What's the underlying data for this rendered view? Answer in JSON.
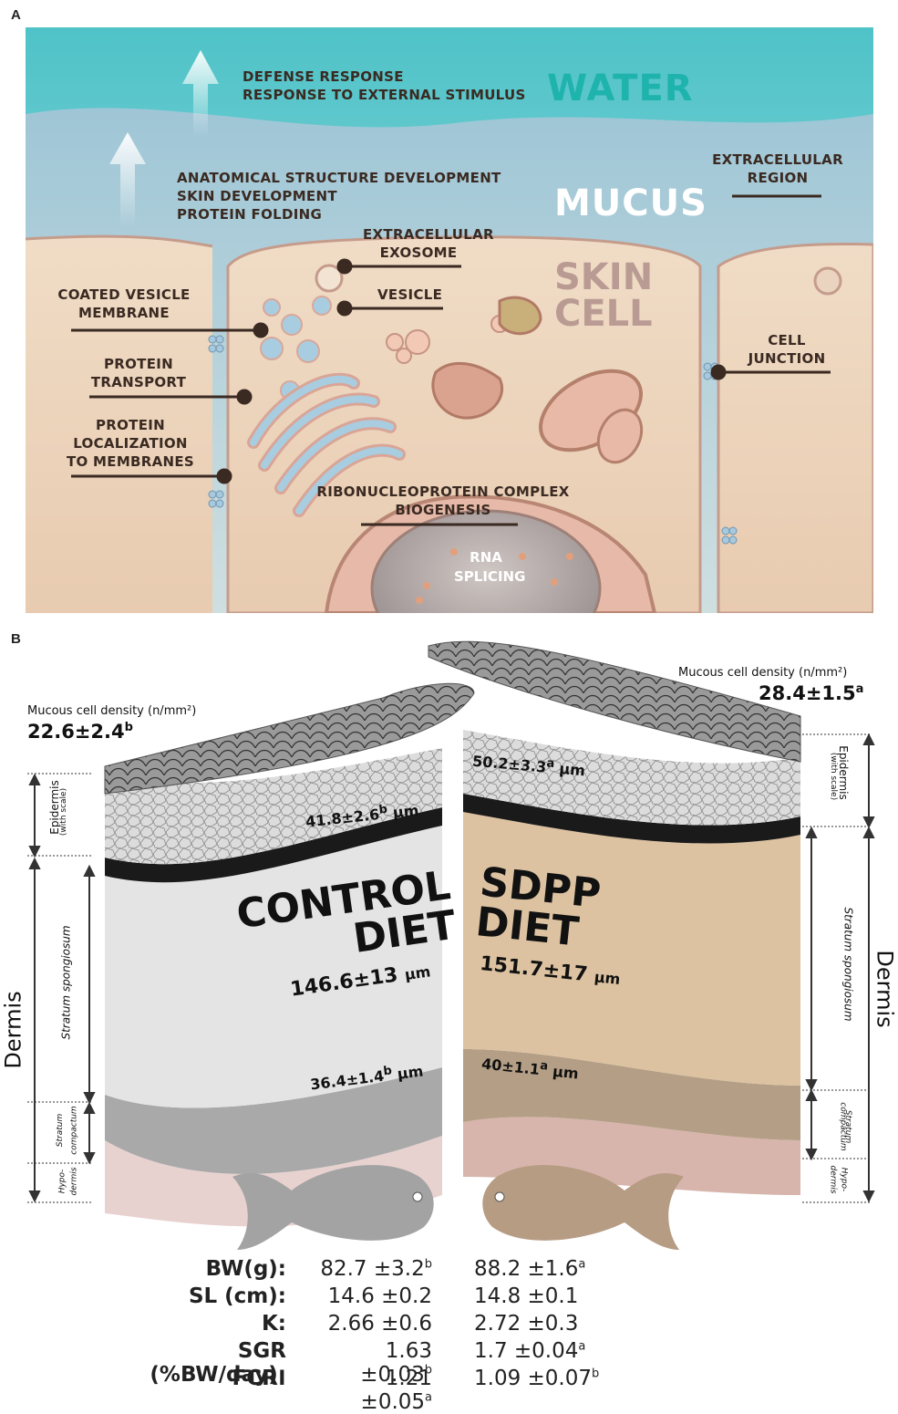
{
  "panels": {
    "a": "A",
    "b": "B"
  },
  "panel_a": {
    "water": "WATER",
    "mucus": "MUCUS",
    "skin_cell": "SKIN\nCELL",
    "defense": "DEFENSE RESPONSE\nRESPONSE TO EXTERNAL STIMULUS",
    "anatomical": "ANATOMICAL STRUCTURE DEVELOPMENT\nSKIN DEVELOPMENT\nPROTEIN FOLDING",
    "extracellular_region": "EXTRACELLULAR\nREGION",
    "extracellular_exosome": "EXTRACELLULAR\nEXOSOME",
    "vesicle": "VESICLE",
    "coated_vesicle": "COATED VESICLE\nMEMBRANE",
    "protein_transport": "PROTEIN\nTRANSPORT",
    "protein_localization": "PROTEIN\nLOCALIZATION\nTO MEMBRANES",
    "cell_junction": "CELL\nJUNCTION",
    "ribonucleoprotein": "RIBONUCLEOPROTEIN COMPLEX\nBIOGENESIS",
    "rna_splicing": "RNA\nSPLICING"
  },
  "panel_b": {
    "control": {
      "density_label": "Mucous cell density (n/mm²)",
      "density_value": "22.6±2.4",
      "density_sup": "b",
      "epidermis_value": "41.8±2.6",
      "epidermis_sup": "b",
      "unit": "μm",
      "diet_title": "CONTROL\nDIET",
      "spongiosum_value": "146.6±13",
      "compactum_value": "36.4±1.4",
      "compactum_sup": "b"
    },
    "sdpp": {
      "density_label": "Mucous cell density (n/mm²)",
      "density_value": "28.4±1.5",
      "density_sup": "a",
      "epidermis_value": "50.2±3.3",
      "epidermis_sup": "a",
      "unit": "μm",
      "diet_title": "SDPP\nDIET",
      "spongiosum_value": "151.7±17",
      "compactum_value": "40±1.1",
      "compactum_sup": "a"
    },
    "axis_labels": {
      "dermis": "Dermis",
      "epidermis": "Epidermis",
      "with_scale": "(with scale)",
      "stratum_spongiosum": "Stratum spongiosum",
      "stratum": "Stratum",
      "compactum": "compactum",
      "hypo": "Hypo-",
      "dermis_small": "dermis"
    },
    "stats": [
      {
        "name": "BW(g):",
        "control": "82.7 ±3.2",
        "control_sup": "b",
        "sdpp": "88.2 ±1.6",
        "sdpp_sup": "a"
      },
      {
        "name": "SL (cm):",
        "control": "14.6 ±0.2",
        "control_sup": "",
        "sdpp": "14.8 ±0.1",
        "sdpp_sup": ""
      },
      {
        "name": "K:",
        "control": "2.66 ±0.6",
        "control_sup": "",
        "sdpp": "2.72 ±0.3",
        "sdpp_sup": ""
      },
      {
        "name": "SGR (%BW/day):",
        "control": "1.63 ±0.03",
        "control_sup": "b",
        "sdpp": "1.7 ±0.04",
        "sdpp_sup": "a"
      },
      {
        "name": "FCR:",
        "control": "1.21 ±0.05",
        "control_sup": "a",
        "sdpp": "1.09 ±0.07",
        "sdpp_sup": "b"
      }
    ]
  }
}
